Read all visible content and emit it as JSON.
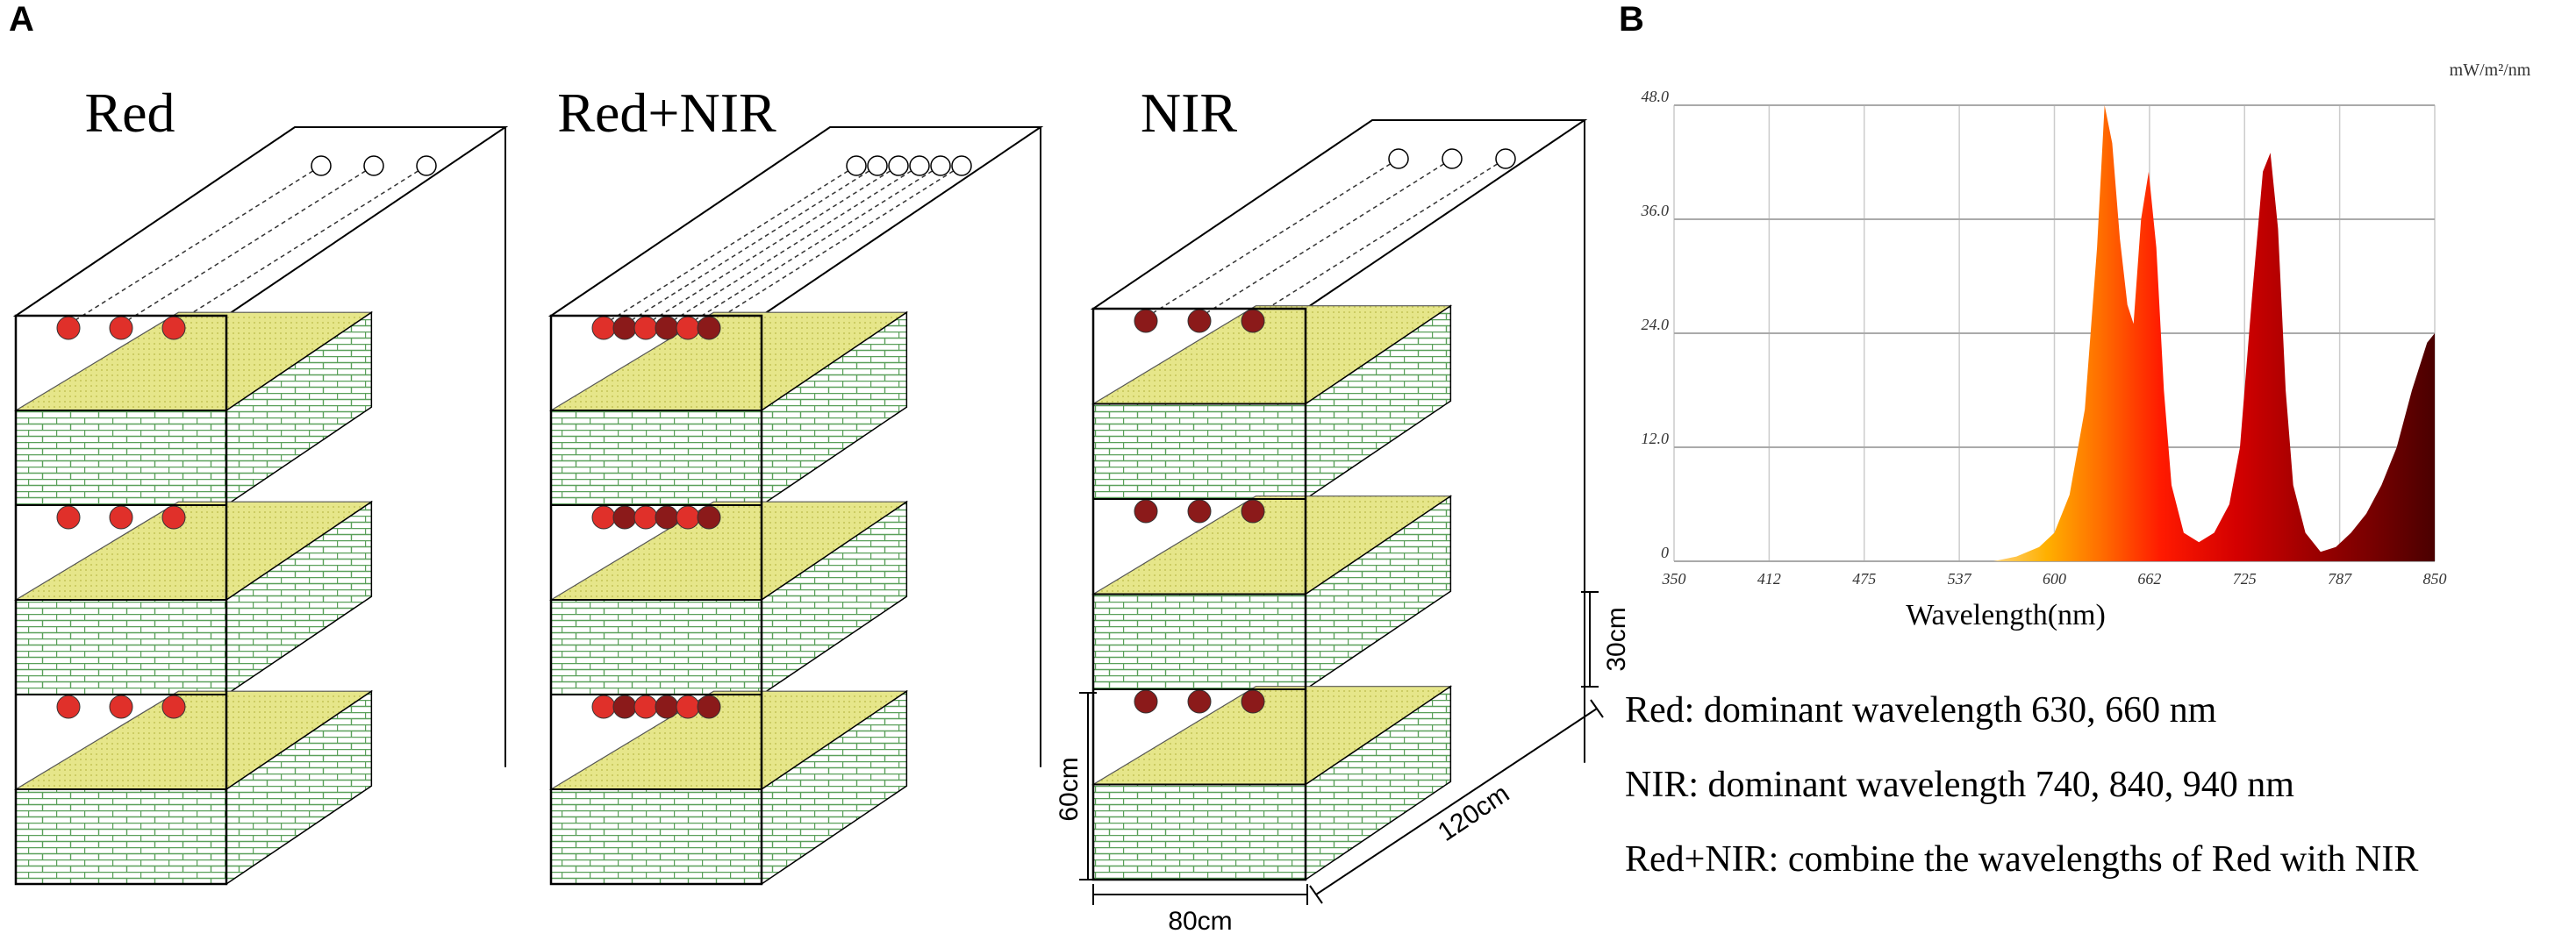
{
  "panel_a": {
    "letter": "A",
    "racks": [
      {
        "title": "Red",
        "lamps": [
          "red",
          "red",
          "red"
        ]
      },
      {
        "title": "Red+NIR",
        "lamps": [
          "red",
          "darkred",
          "red",
          "darkred",
          "red",
          "darkred"
        ]
      },
      {
        "title": "NIR",
        "lamps": [
          "darkred",
          "darkred",
          "darkred"
        ]
      }
    ],
    "dimensions": {
      "height_tier": "30cm",
      "height_bottom": "60cm",
      "width": "80cm",
      "depth": "120cm"
    }
  },
  "panel_b": {
    "letter": "B",
    "unit": "mW/m²/nm",
    "xlabel": "Wavelength(nm)",
    "captions": [
      "Red: dominant wavelength 630, 660 nm",
      "NIR: dominant wavelength 740, 840, 940 nm",
      "Red+NIR: combine the wavelengths of Red with NIR"
    ]
  },
  "colors": {
    "lamp_red": "#e0302a",
    "lamp_darkred": "#8b1a1a",
    "tray_yellow": "#e6e68a",
    "grid_green": "#5aa05a"
  },
  "chart_data": {
    "type": "area",
    "xlabel": "Wavelength(nm)",
    "ylabel": "mW/m²/nm",
    "xticks": [
      "350",
      "412",
      "475",
      "537",
      "600",
      "662",
      "725",
      "787",
      "850"
    ],
    "yticks": [
      "0",
      "12.0",
      "24.0",
      "36.0",
      "48.0"
    ],
    "xlim": [
      350,
      850
    ],
    "ylim": [
      0,
      48
    ],
    "grid": true,
    "x": [
      560,
      575,
      590,
      600,
      610,
      620,
      628,
      633,
      638,
      643,
      648,
      652,
      657,
      662,
      667,
      672,
      677,
      685,
      695,
      705,
      715,
      722,
      730,
      737,
      742,
      747,
      752,
      757,
      765,
      775,
      785,
      795,
      805,
      815,
      825,
      835,
      845,
      850
    ],
    "values": [
      0,
      0.5,
      1.5,
      3,
      7,
      16,
      33,
      48,
      44,
      34,
      27,
      25,
      36,
      41,
      33,
      18,
      8,
      3,
      2,
      3,
      6,
      12,
      28,
      41,
      43,
      35,
      18,
      8,
      3,
      1,
      1.5,
      3,
      5,
      8,
      12,
      18,
      23,
      24
    ]
  }
}
